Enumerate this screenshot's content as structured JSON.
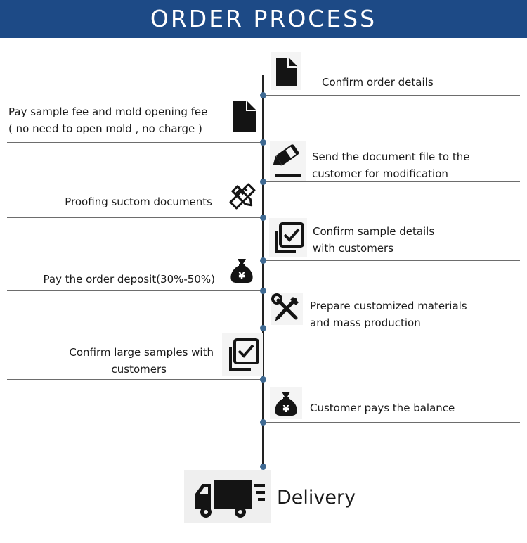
{
  "header": {
    "title": "ORDER PROCESS"
  },
  "steps": [
    {
      "text_1": "Confirm order details",
      "icon": "document-icon"
    },
    {
      "text_1": "Pay sample fee and mold opening fee",
      "text_2": "( no need to open mold , no charge )",
      "icon": "document-icon"
    },
    {
      "text_1": "Send the document file to the",
      "text_2": "customer for modification",
      "icon": "edit-pen-icon"
    },
    {
      "text_1": "Proofing suctom documents",
      "icon": "pencil-ruler-icon"
    },
    {
      "text_1": "Confirm sample details",
      "text_2": "with customers",
      "icon": "check-copy-icon"
    },
    {
      "text_1": "Pay the order deposit(30%-50%)",
      "icon": "money-bag-icon"
    },
    {
      "text_1": "Prepare customized materials",
      "text_2": "and mass production",
      "icon": "tools-icon"
    },
    {
      "text_1": "Confirm large samples with",
      "text_2": "customers",
      "icon": "check-copy-icon"
    },
    {
      "text_1": "Customer pays the balance",
      "icon": "money-bag-icon"
    }
  ],
  "delivery": {
    "label": "Delivery",
    "icon": "truck-icon"
  },
  "colors": {
    "banner": "#1d4a86",
    "dot": "#3f6a93",
    "line": "#6d6d6d"
  }
}
